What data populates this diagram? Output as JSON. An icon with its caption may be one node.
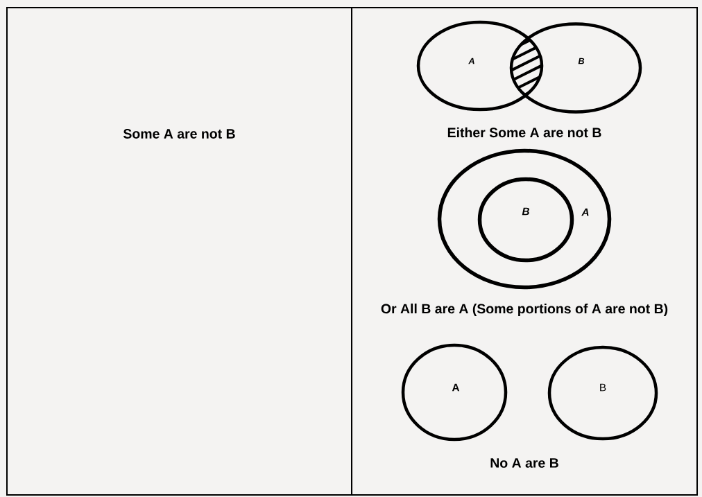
{
  "diagram": {
    "nodes": [
      {
        "text": [
          "Some A are not B"
        ]
      },
      {
        "text": [],
        "shape": "box"
      },
      {
        "text": [
          "A"
        ],
        "in": 1
      },
      {
        "text": [
          "B"
        ],
        "in": 1
      },
      {
        "text": [
          "A"
        ],
        "in": 1
      },
      {
        "text": [
          "B"
        ],
        "in": 4
      },
      {
        "text": [
          "A"
        ],
        "in": 1
      },
      {
        "text": [
          "B"
        ],
        "in": 1
      }
    ],
    "labels": [
      "Either Some A are not B",
      "Or All B are A (Some portions of A are not B)",
      "No A are B"
    ]
  }
}
